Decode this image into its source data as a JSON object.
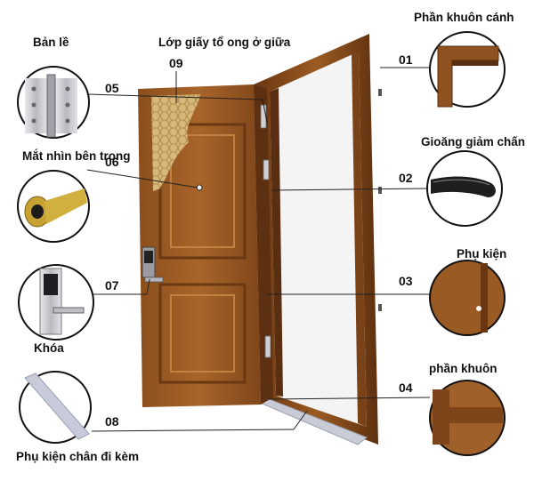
{
  "labels": {
    "hinge": "Bản lề",
    "honeycomb": "Lớp giấy tổ ong ở giữa",
    "peephole": "Mắt nhìn bên trong",
    "lock": "Khóa",
    "bottom_accessory": "Phụ kiện chân đi kèm",
    "leaf_frame": "Phần khuôn cánh",
    "gasket": "Gioăng giảm chấn",
    "accessory": "Phụ kiện",
    "frame_part": "phần khuôn"
  },
  "numbers": {
    "n01": "01",
    "n02": "02",
    "n03": "03",
    "n04": "04",
    "n05": "05",
    "n06": "06",
    "n07": "07",
    "n08": "08",
    "n09": "09"
  },
  "colors": {
    "wood": "#9a5a24",
    "wood_dark": "#6e3b14",
    "wood_light": "#b87434",
    "honeycomb": "#c9a86a",
    "metal": "#c8c8cc",
    "rubber": "#222222"
  }
}
